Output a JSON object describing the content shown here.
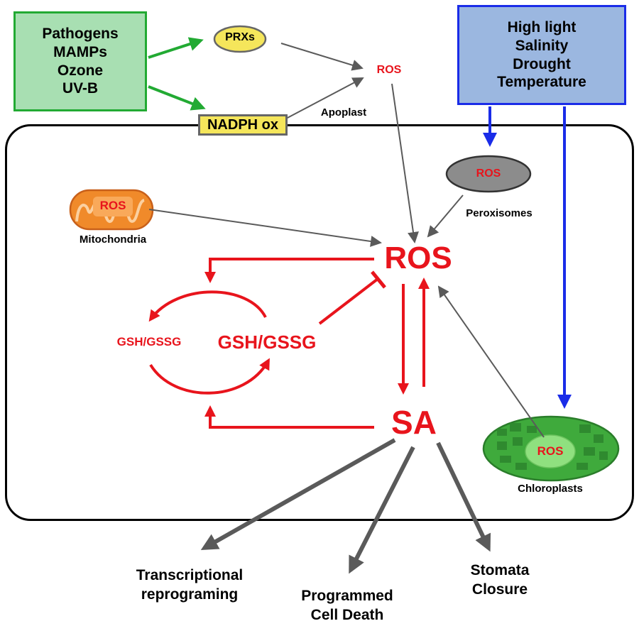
{
  "stress_biotic": [
    "Pathogens",
    "MAMPs",
    "Ozone",
    "UV-B"
  ],
  "stress_abiotic": [
    "High light",
    "Salinity",
    "Drought",
    "Temperature"
  ],
  "nadph": "NADPH ox",
  "prxs": "PRXs",
  "apoplast_ros": "ROS",
  "apoplast": "Apoplast",
  "peroxisome_ros": "ROS",
  "peroxisomes": "Peroxisomes",
  "mito_ros": "ROS",
  "mitochondria": "Mitochondria",
  "central_ros": "ROS",
  "sa": "SA",
  "gsh_left": "GSH/GSSG",
  "gsh_right": "GSH/GSSG",
  "chloro_ros": "ROS",
  "chloroplasts": "Chloroplasts",
  "outcome_transcription": [
    "Transcriptional",
    "reprograming"
  ],
  "outcome_pcd": [
    "Programmed",
    "Cell Death"
  ],
  "outcome_stomata": [
    "Stomata",
    "Closure"
  ],
  "colors": {
    "ros_red": "#e8141c",
    "green_border": "#22aa33",
    "green_fill": "#a8dfb2",
    "blue_border": "#1a2ce8",
    "blue_fill": "#9bb7e0",
    "nadph_fill": "#f5e65b",
    "mito_orange": "#f08a2a",
    "chloro_green": "#3faa3c",
    "peroxisome_gray": "#8c8c8c",
    "arrow_gray": "#5a5a5a"
  }
}
